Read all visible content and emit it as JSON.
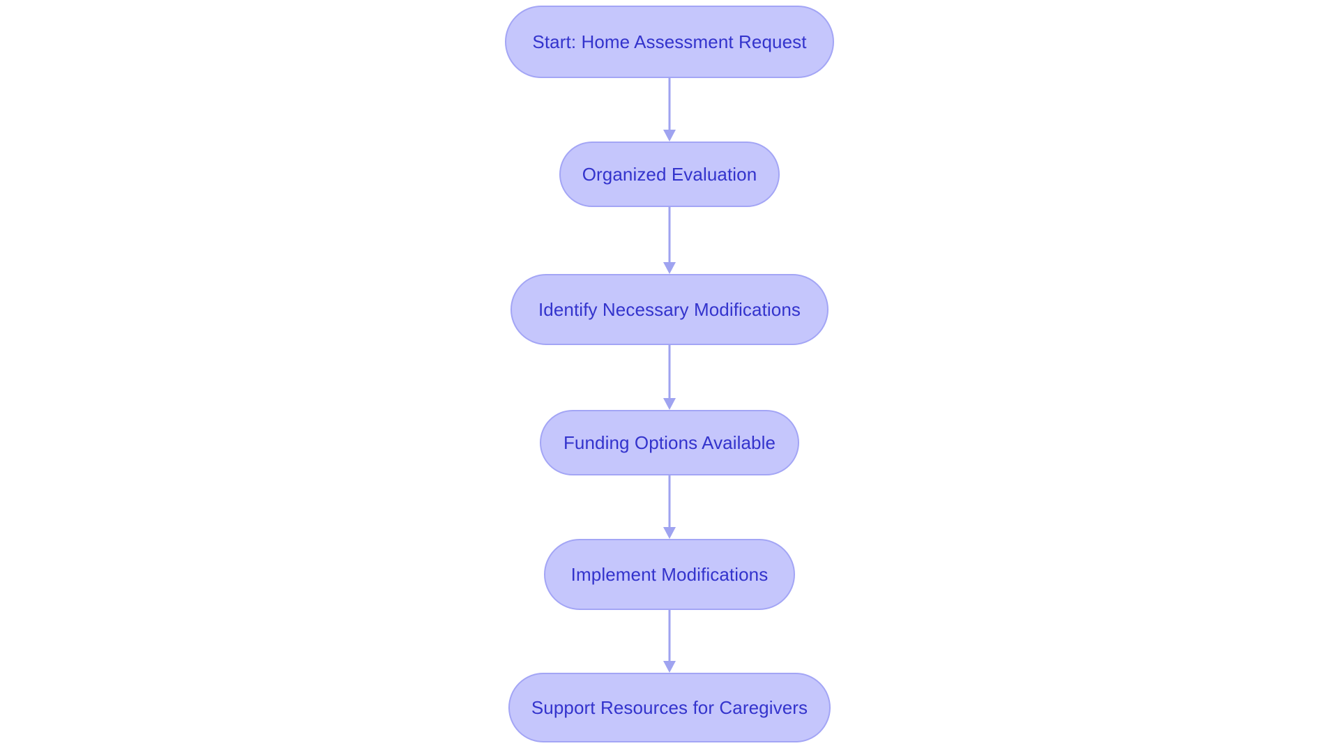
{
  "diagram": {
    "type": "flowchart",
    "orientation": "top-to-bottom",
    "background_color": "#ffffff",
    "node_fill_color": "#c5c6fc",
    "node_border_color": "#a3a5f5",
    "node_text_color": "#3333cc",
    "arrow_color": "#9fa3f0",
    "node_count": 6,
    "nodes": [
      {
        "id": "start-home-assessment-request",
        "label": "Start: Home Assessment Request"
      },
      {
        "id": "organized-evaluation",
        "label": "Organized Evaluation"
      },
      {
        "id": "identify-necessary-modifications",
        "label": "Identify Necessary Modifications"
      },
      {
        "id": "funding-options-available",
        "label": "Funding Options Available"
      },
      {
        "id": "implement-modifications",
        "label": "Implement Modifications"
      },
      {
        "id": "support-resources-for-caregivers",
        "label": "Support Resources for Caregivers"
      }
    ],
    "edges": [
      {
        "from": "start-home-assessment-request",
        "to": "organized-evaluation"
      },
      {
        "from": "organized-evaluation",
        "to": "identify-necessary-modifications"
      },
      {
        "from": "identify-necessary-modifications",
        "to": "funding-options-available"
      },
      {
        "from": "funding-options-available",
        "to": "implement-modifications"
      },
      {
        "from": "implement-modifications",
        "to": "support-resources-for-caregivers"
      }
    ]
  }
}
